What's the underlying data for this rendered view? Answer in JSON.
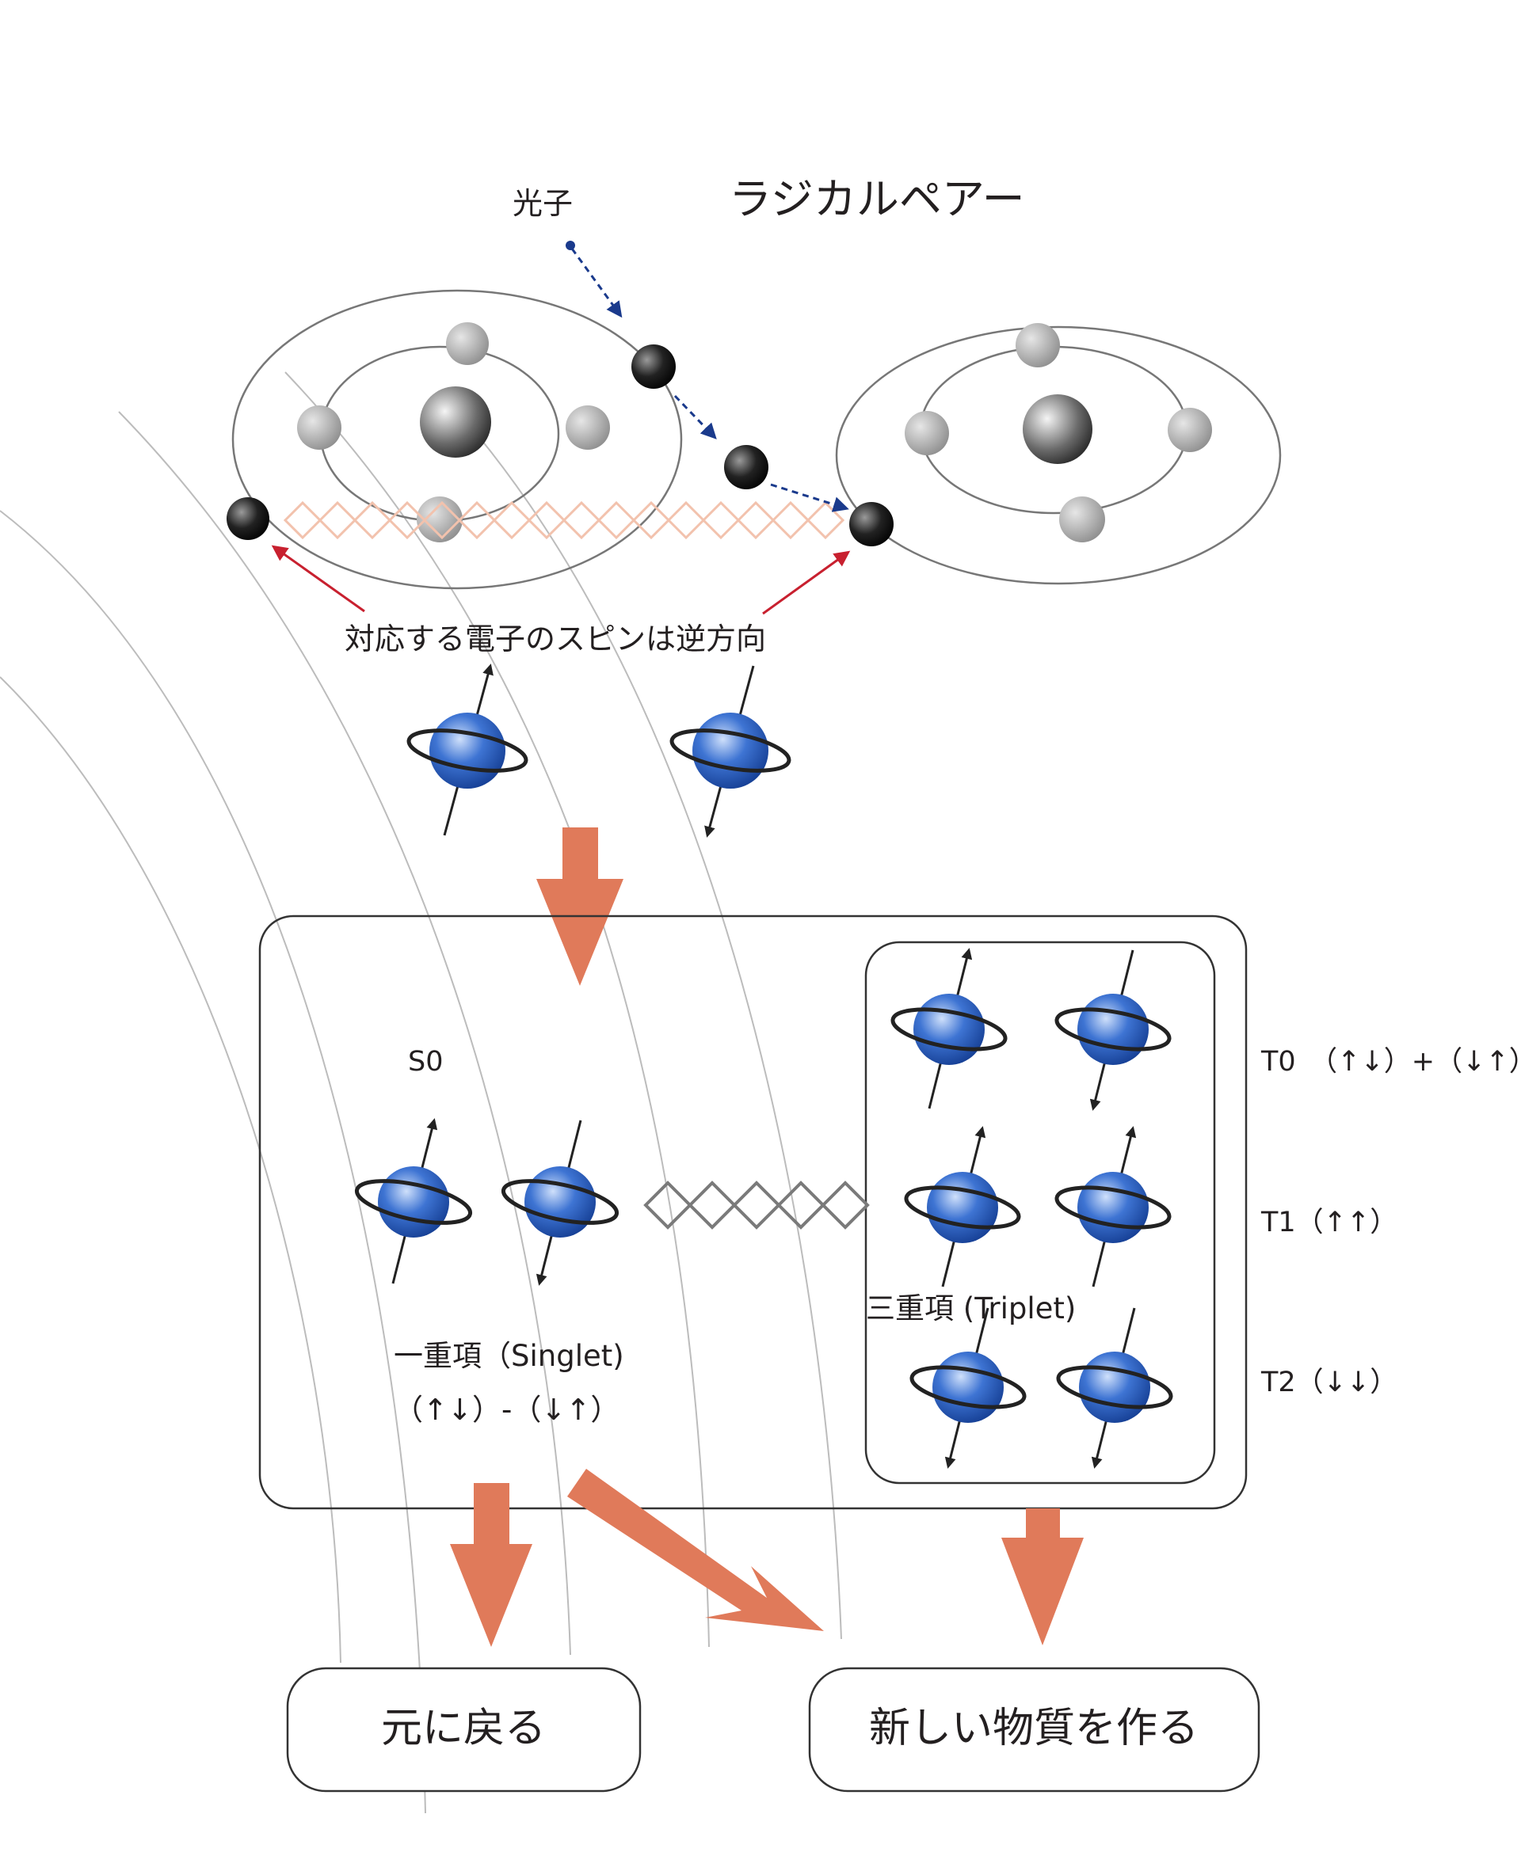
{
  "labels": {
    "photon": "光子",
    "radical_pair": "ラジカルペアー",
    "opposite_spin": "対応する電子のスピンは逆方向",
    "s0": "S0",
    "singlet_name": "一重項（Singlet)",
    "singlet_formula": "（↑↓）-（↓↑）",
    "triplet_name": "三重項 (Triplet)",
    "t0": "T0　（↑↓）+（↓↑）",
    "t1": "T1（↑↑）",
    "t2": "T2（↓↓）"
  },
  "outcomes": {
    "return": "元に戻る",
    "new_substance": "新しい物質を作る"
  },
  "colors": {
    "arrow_orange": "#e07a5a",
    "photon_blue": "#1a3a8c",
    "red_pointer": "#c8202f",
    "spin_chain": "#f2c2ad",
    "spin_sphere": "#3e74d3",
    "box_stroke": "#333333"
  },
  "icons": {
    "photon_arrow": "dashed-arrow-icon",
    "spin": "spinning-electron-icon",
    "flow": "thick-arrow-icon"
  }
}
